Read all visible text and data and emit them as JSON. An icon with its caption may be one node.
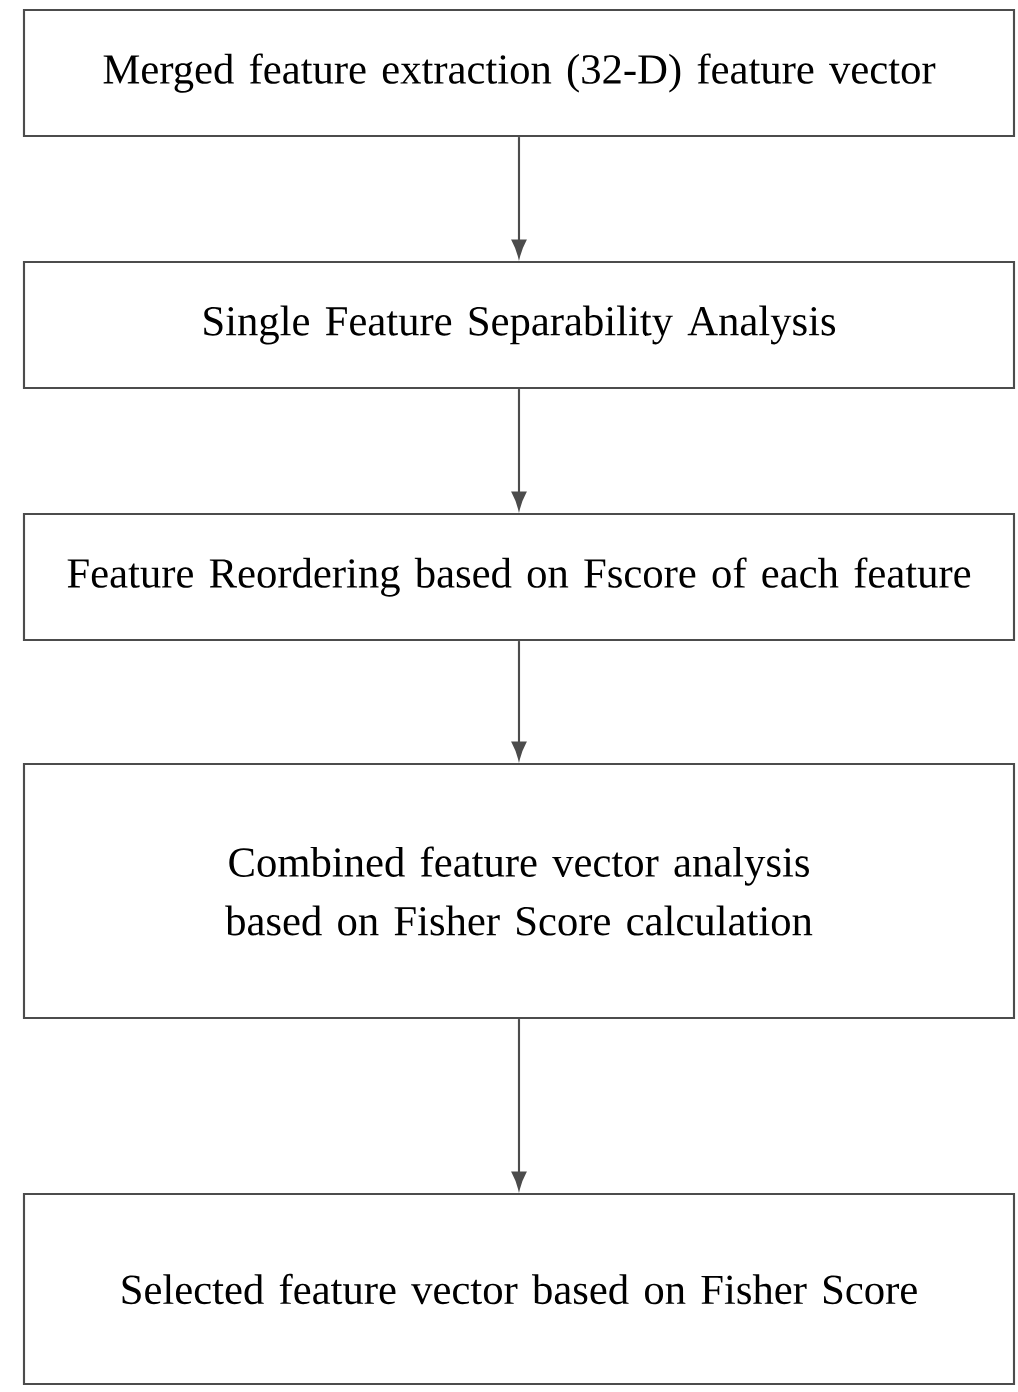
{
  "diagram": {
    "nodes": [
      {
        "text": [
          "Merged feature extraction (32-D) feature vector"
        ]
      },
      {
        "text": [
          "Single Feature Separability Analysis"
        ]
      },
      {
        "text": [
          "Feature Reordering based on Fscore of each feature"
        ]
      },
      {
        "text": [
          "Combined feature vector analysis based on Fisher Score calculation"
        ]
      },
      {
        "text": [
          "Selected feature vector based on Fisher Score"
        ]
      }
    ],
    "edges": [
      {
        "from": 0,
        "to": 1,
        "arrow": "to"
      },
      {
        "from": 1,
        "to": 2,
        "arrow": "to"
      },
      {
        "from": 2,
        "to": 3,
        "arrow": "to"
      },
      {
        "from": 3,
        "to": 4,
        "arrow": "to"
      }
    ]
  }
}
